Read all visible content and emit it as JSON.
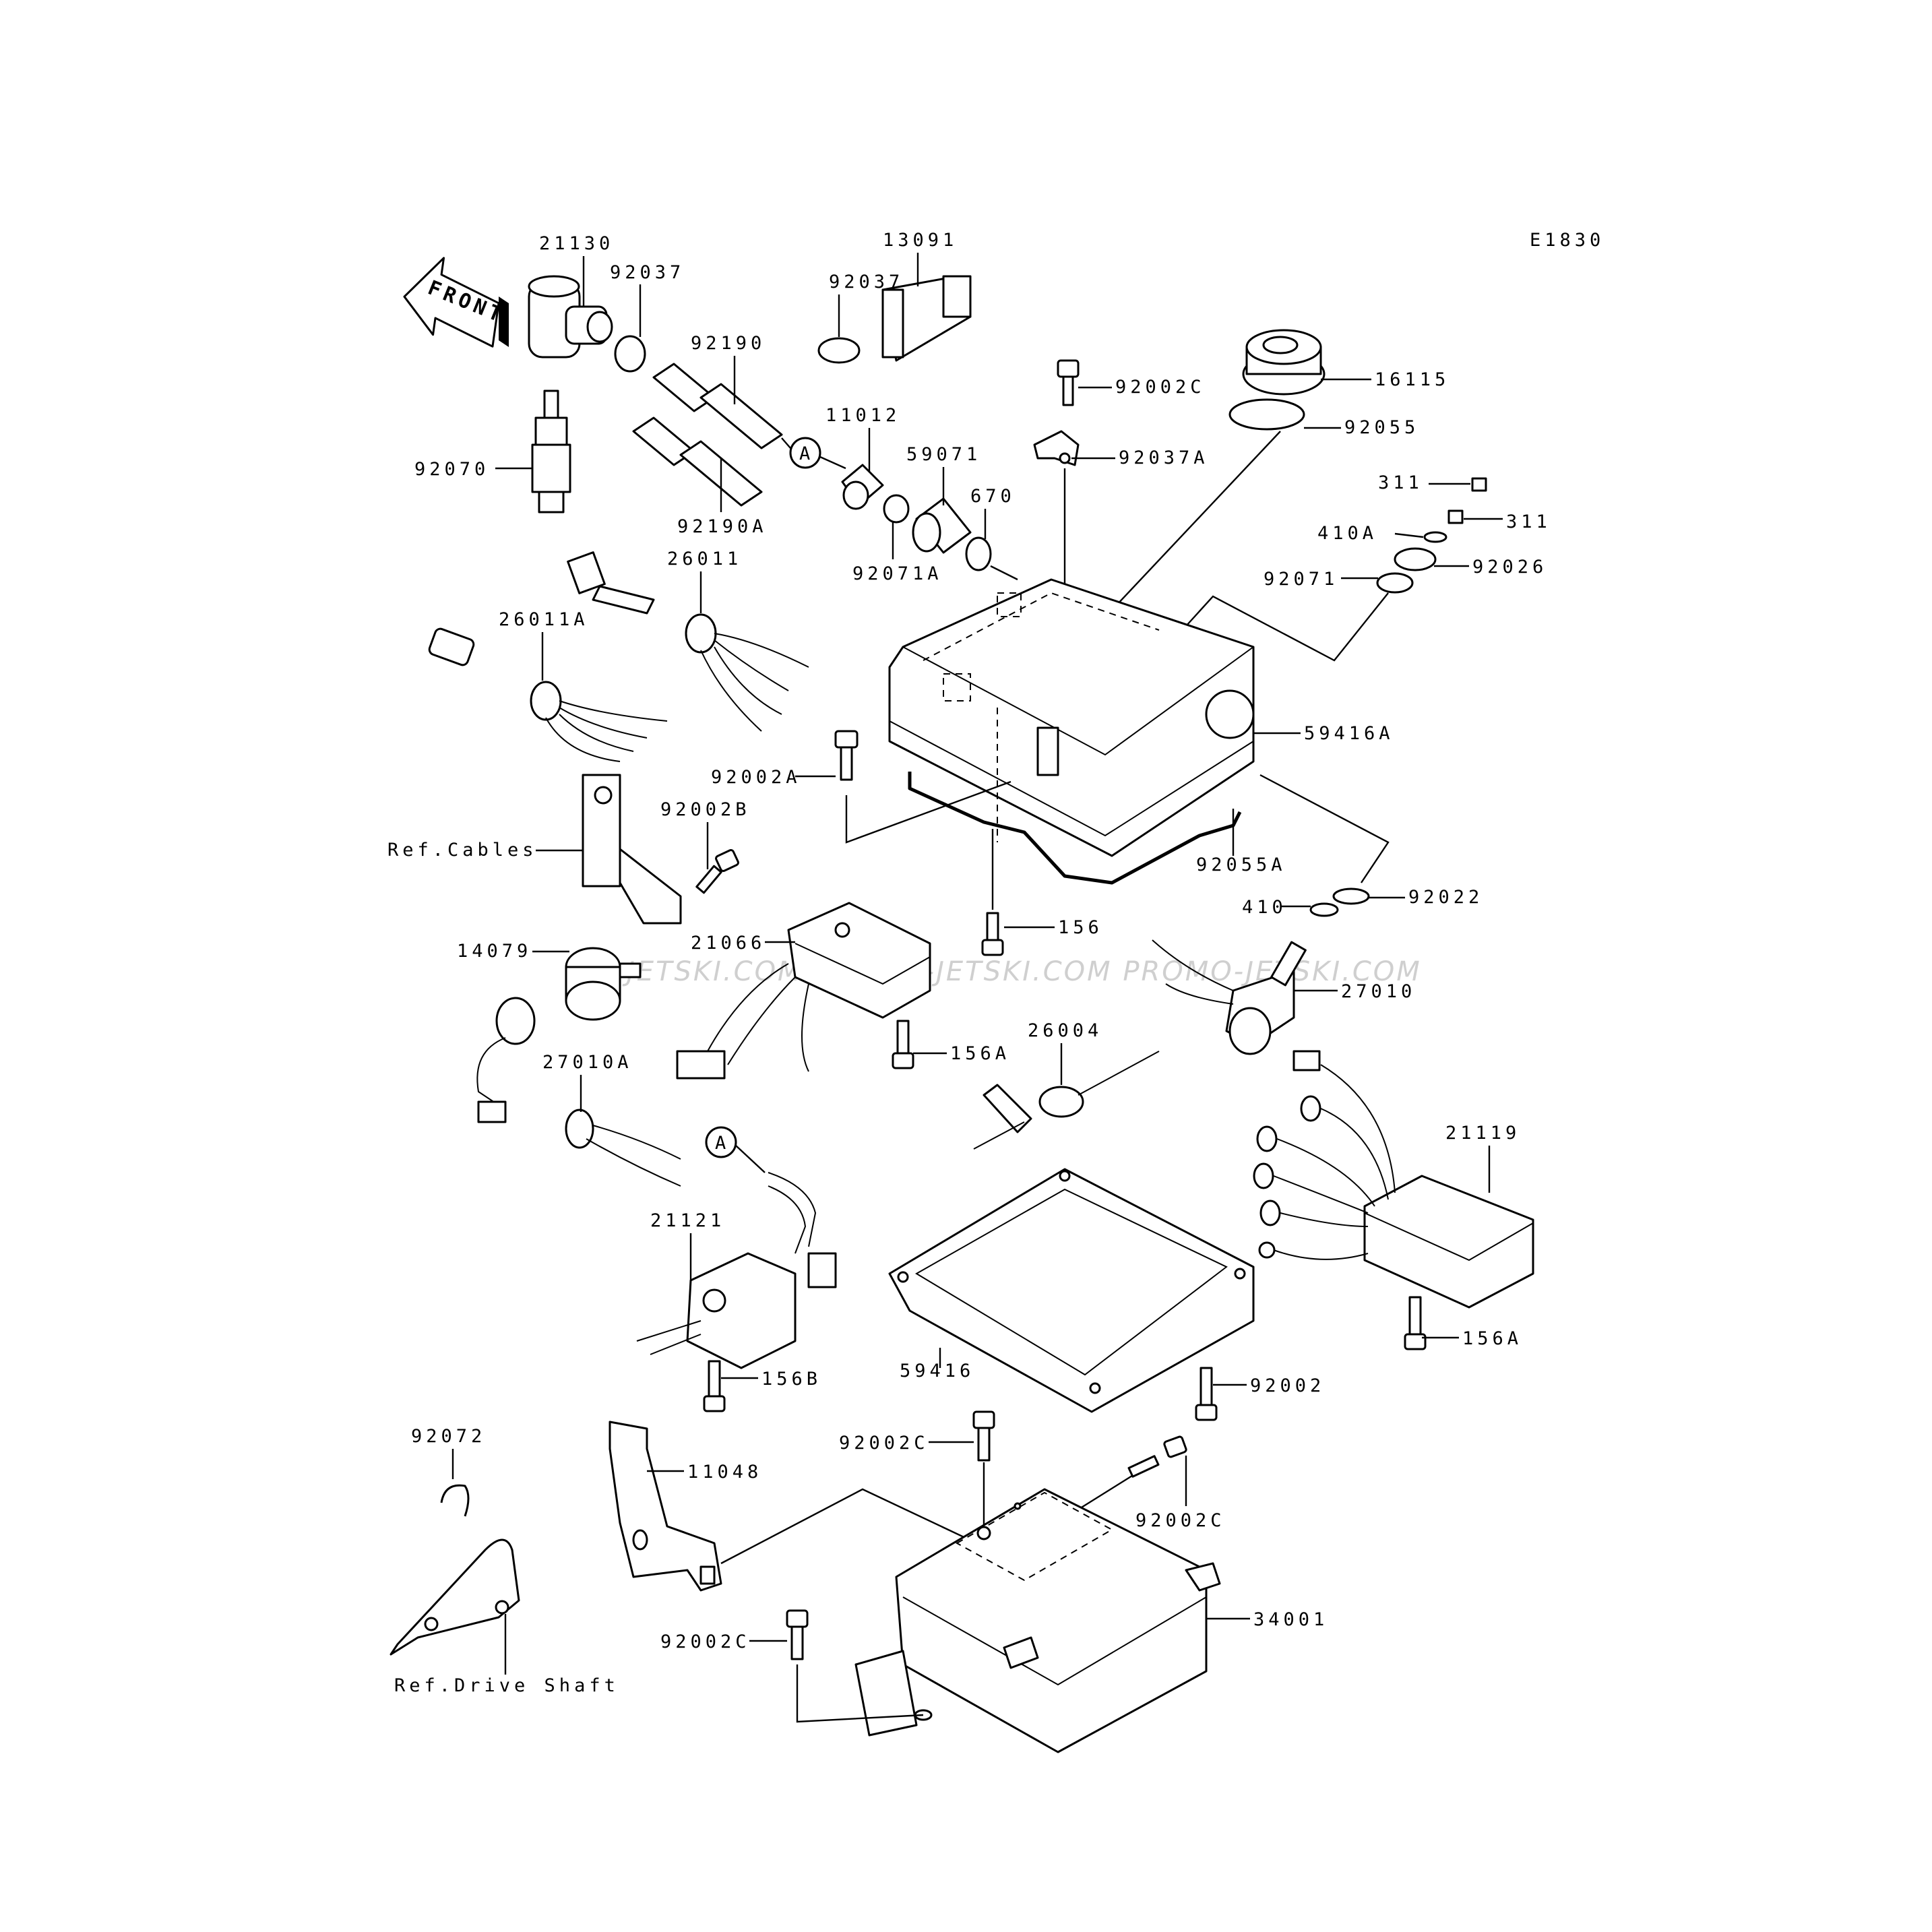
{
  "diagram_code": "E1830",
  "front_label": "FRONT",
  "watermark": "JETSKI.COM  PROMO-JETSKI.COM  PROMO-JETSKI.COM",
  "circle_marker": "A",
  "parts": {
    "p21130": "21130",
    "p92037_a": "92037",
    "p92037_b": "92037",
    "p13091": "13091",
    "p92190": "92190",
    "p92190A": "92190A",
    "p92070": "92070",
    "p11012": "11012",
    "p59071": "59071",
    "p670": "670",
    "p92071A": "92071A",
    "p92002C_top": "92002C",
    "p92037A": "92037A",
    "p16115": "16115",
    "p92055": "92055",
    "p311_a": "311",
    "p311_b": "311",
    "p410A": "410A",
    "p92026": "92026",
    "p92071": "92071",
    "p26011": "26011",
    "p26011A": "26011A",
    "p59416A": "59416A",
    "p92002A": "92002A",
    "p92002B": "92002B",
    "ref_cables": "Ref.Cables",
    "p92055A": "92055A",
    "p410": "410",
    "p92022": "92022",
    "p156": "156",
    "p21066": "21066",
    "p14079": "14079",
    "p27010": "27010",
    "p156A_a": "156A",
    "p26004": "26004",
    "p27010A": "27010A",
    "p21119": "21119",
    "p21121": "21121",
    "p156A_b": "156A",
    "p156B": "156B",
    "p59416": "59416",
    "p92002": "92002",
    "p92072": "92072",
    "p11048": "11048",
    "p92002C_mid": "92002C",
    "p92002C_right": "92002C",
    "p34001": "34001",
    "p92002C_low": "92002C",
    "ref_drive_shaft": "Ref.Drive Shaft"
  }
}
